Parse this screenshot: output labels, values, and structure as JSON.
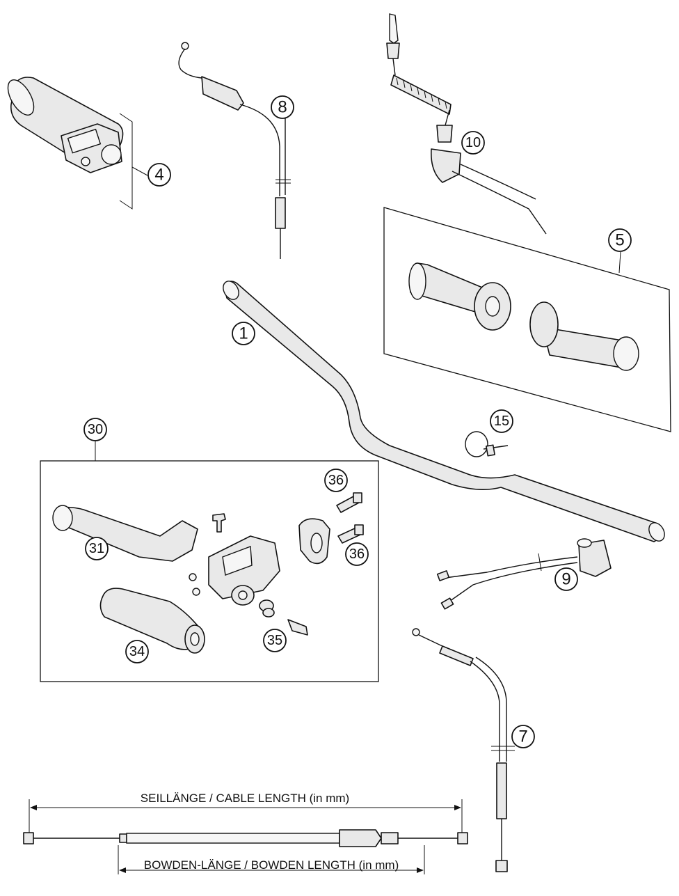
{
  "callouts": {
    "c1": "1",
    "c4": "4",
    "c5": "5",
    "c7": "7",
    "c8": "8",
    "c9": "9",
    "c10": "10",
    "c15": "15",
    "c30": "30",
    "c31": "31",
    "c34": "34",
    "c35": "35",
    "c36a": "36",
    "c36b": "36"
  },
  "dimensions": {
    "cable_length_label": "SEILLÄNGE / CABLE LENGTH (in mm)",
    "bowden_length_label": "BOWDEN-LÄNGE / BOWDEN LENGTH (in mm)"
  }
}
